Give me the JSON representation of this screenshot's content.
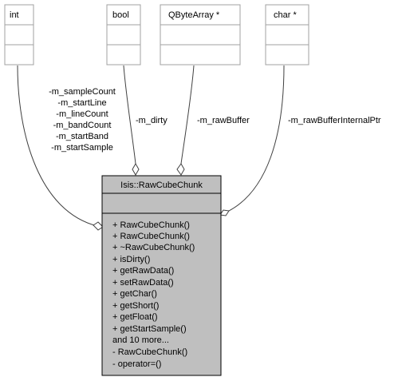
{
  "diagram": {
    "type_boxes": [
      {
        "id": "int",
        "name": "int"
      },
      {
        "id": "bool",
        "name": "bool"
      },
      {
        "id": "qbytearray",
        "name": "QByteArray *"
      },
      {
        "id": "charptr",
        "name": "char *"
      }
    ],
    "edge_labels": {
      "int": [
        "-m_sampleCount",
        "-m_startLine",
        "-m_lineCount",
        "-m_bandCount",
        "-m_startBand",
        "-m_startSample"
      ],
      "bool": "-m_dirty",
      "qbytearray": "-m_rawBuffer",
      "charptr": "-m_rawBufferInternalPtr"
    },
    "main_class": {
      "name": "Isis::RawCubeChunk",
      "methods": [
        "+ RawCubeChunk()",
        "+ RawCubeChunk()",
        "+ ~RawCubeChunk()",
        "+ isDirty()",
        "+ getRawData()",
        "+ setRawData()",
        "+ getChar()",
        "+ getShort()",
        "+ getFloat()",
        "+ getStartSample()",
        "and 10 more...",
        "- RawCubeChunk()",
        "- operator=()"
      ]
    },
    "colors": {
      "class_fill": "#bfbfbf",
      "box_stroke": "#000000",
      "type_box_stroke": "#a0a0a0",
      "edge_stroke": "#404040",
      "background": "#ffffff"
    }
  }
}
